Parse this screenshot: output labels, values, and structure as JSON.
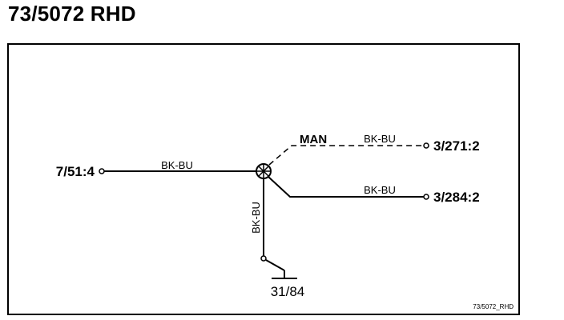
{
  "title": "73/5072 RHD",
  "connectors": {
    "left": "7/51:4",
    "upper_right": "3/271:2",
    "lower_right": "3/284:2",
    "ground": "31/84"
  },
  "wires": {
    "left": "BK-BU",
    "upper_right": "BK-BU",
    "lower_right": "BK-BU",
    "down": "BK-BU"
  },
  "option_label": "MAN",
  "diagram_code": "73/5072_RHD",
  "colors": {
    "line": "#000000",
    "background": "#ffffff"
  }
}
